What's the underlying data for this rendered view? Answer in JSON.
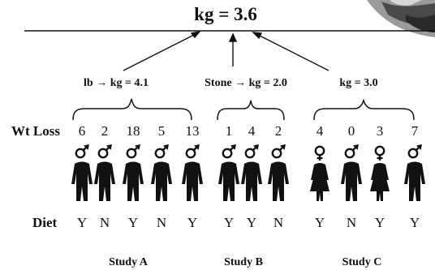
{
  "title": "kg = 3.6",
  "studies": [
    {
      "name": "Study A",
      "conversion": "lb → kg = 4.1",
      "people": [
        {
          "sex": "male",
          "wt_loss": "6",
          "diet": "Y"
        },
        {
          "sex": "male",
          "wt_loss": "2",
          "diet": "N"
        },
        {
          "sex": "male",
          "wt_loss": "18",
          "diet": "Y"
        },
        {
          "sex": "male",
          "wt_loss": "5",
          "diet": "N"
        },
        {
          "sex": "male",
          "wt_loss": "13",
          "diet": "Y"
        }
      ]
    },
    {
      "name": "Study B",
      "conversion": "Stone → kg = 2.0",
      "people": [
        {
          "sex": "male",
          "wt_loss": "1",
          "diet": "Y"
        },
        {
          "sex": "male",
          "wt_loss": "4",
          "diet": "Y"
        },
        {
          "sex": "male",
          "wt_loss": "2",
          "diet": "N"
        }
      ]
    },
    {
      "name": "Study C",
      "conversion": "kg = 3.0",
      "people": [
        {
          "sex": "female",
          "wt_loss": "4",
          "diet": "Y"
        },
        {
          "sex": "male",
          "wt_loss": "0",
          "diet": "N"
        },
        {
          "sex": "female",
          "wt_loss": "3",
          "diet": "Y"
        },
        {
          "sex": "male",
          "wt_loss": "7",
          "diet": "Y"
        }
      ]
    }
  ],
  "row_labels": {
    "wt_loss": "Wt Loss",
    "diet": "Diet"
  },
  "colors": {
    "ink": "#111111",
    "photo_dark": "#3a3a3a",
    "photo_light": "#bdbdbd"
  }
}
